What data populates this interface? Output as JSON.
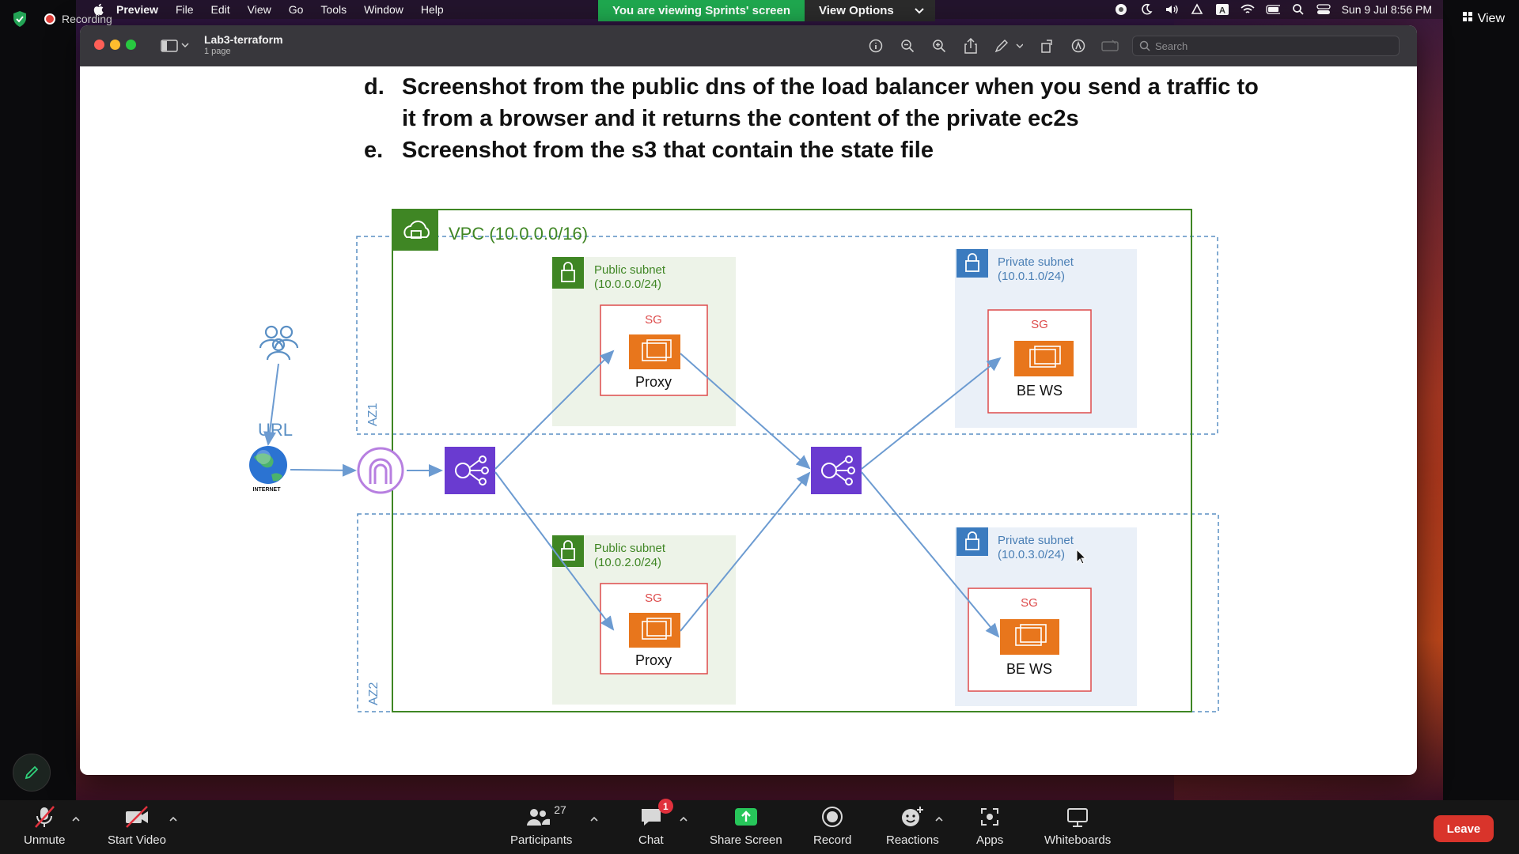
{
  "menubar": {
    "app_name": "Preview",
    "items": [
      "File",
      "Edit",
      "View",
      "Go",
      "Tools",
      "Window",
      "Help"
    ],
    "datetime": "Sun 9 Jul  8:56 PM"
  },
  "zoom_top": {
    "recording_label": "Recording",
    "share_banner": "You are viewing Sprints' screen",
    "view_options_label": "View Options",
    "view_label": "View"
  },
  "window": {
    "title": "Lab3-terraform",
    "subtitle": "1 page",
    "search_placeholder": "Search"
  },
  "document": {
    "items": [
      {
        "letter": "d.",
        "lines": [
          "Screenshot from the public dns of the load balancer when you send a traffic to",
          "it from a browser and it returns the content of the private ec2s"
        ]
      },
      {
        "letter": "e.",
        "lines": [
          "Screenshot from the s3 that contain the state file"
        ]
      }
    ]
  },
  "diagram": {
    "vpc_label": "VPC (10.0.0.0/16)",
    "az1_label": "AZ1",
    "az2_label": "AZ2",
    "url_label": "URL",
    "internet_label": "INTERNET",
    "public_subnet_1": {
      "name": "Public subnet",
      "cidr": "(10.0.0.0/24)"
    },
    "public_subnet_2": {
      "name": "Public subnet",
      "cidr": "(10.0.2.0/24)"
    },
    "private_subnet_1": {
      "name": "Private subnet",
      "cidr": "(10.0.1.0/24)"
    },
    "private_subnet_2": {
      "name": "Private subnet",
      "cidr": "(10.0.3.0/24)"
    },
    "sg_label": "SG",
    "proxy_label": "Proxy",
    "backend_label": "BE WS",
    "colors": {
      "vpc_green": "#3f8624",
      "az_blue": "#5a8fc4",
      "public_fill": "#edf3e8",
      "private_fill": "#eaf0f8",
      "private_text": "#4a7fb5",
      "public_text": "#3f8624",
      "sg_red": "#dd4b4b",
      "ec2_orange": "#e8761c",
      "elb_purple": "#6a3bd0",
      "arrow_blue": "#6c9bd1"
    }
  },
  "zoombar": {
    "unmute": "Unmute",
    "start_video": "Start Video",
    "participants": "Participants",
    "participants_count": "27",
    "chat": "Chat",
    "chat_badge": "1",
    "share_screen": "Share Screen",
    "record": "Record",
    "reactions": "Reactions",
    "apps": "Apps",
    "whiteboards": "Whiteboards",
    "leave": "Leave"
  }
}
